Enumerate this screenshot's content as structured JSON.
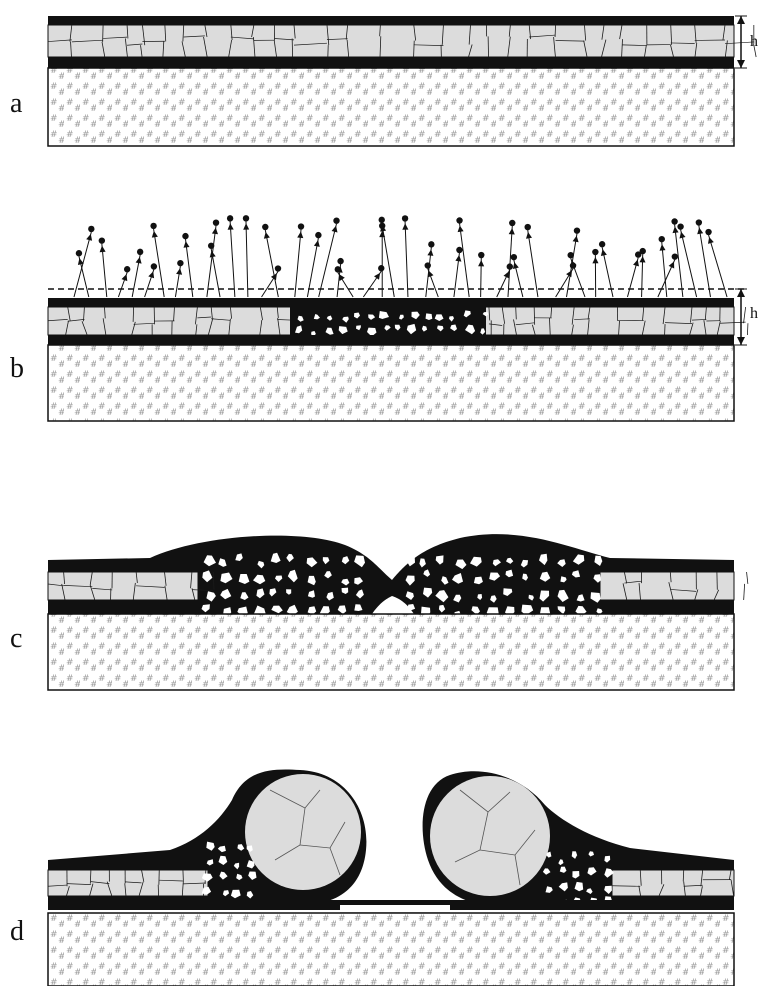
{
  "panels": [
    {
      "label": "a",
      "thickness_label": "h"
    },
    {
      "label": "b",
      "thickness_label": "h"
    },
    {
      "label": "c"
    },
    {
      "label": "d"
    }
  ],
  "colors": {
    "film_cell": "#dcdcdc",
    "film_grain_boundary": "#1a1a1a",
    "substrate_fill": "#ffffff",
    "substrate_hatch": "#9a9a9a",
    "capping_layer": "#111111"
  },
  "icons": [
    "dimension-arrow-icon",
    "atom-arrow-icon"
  ]
}
